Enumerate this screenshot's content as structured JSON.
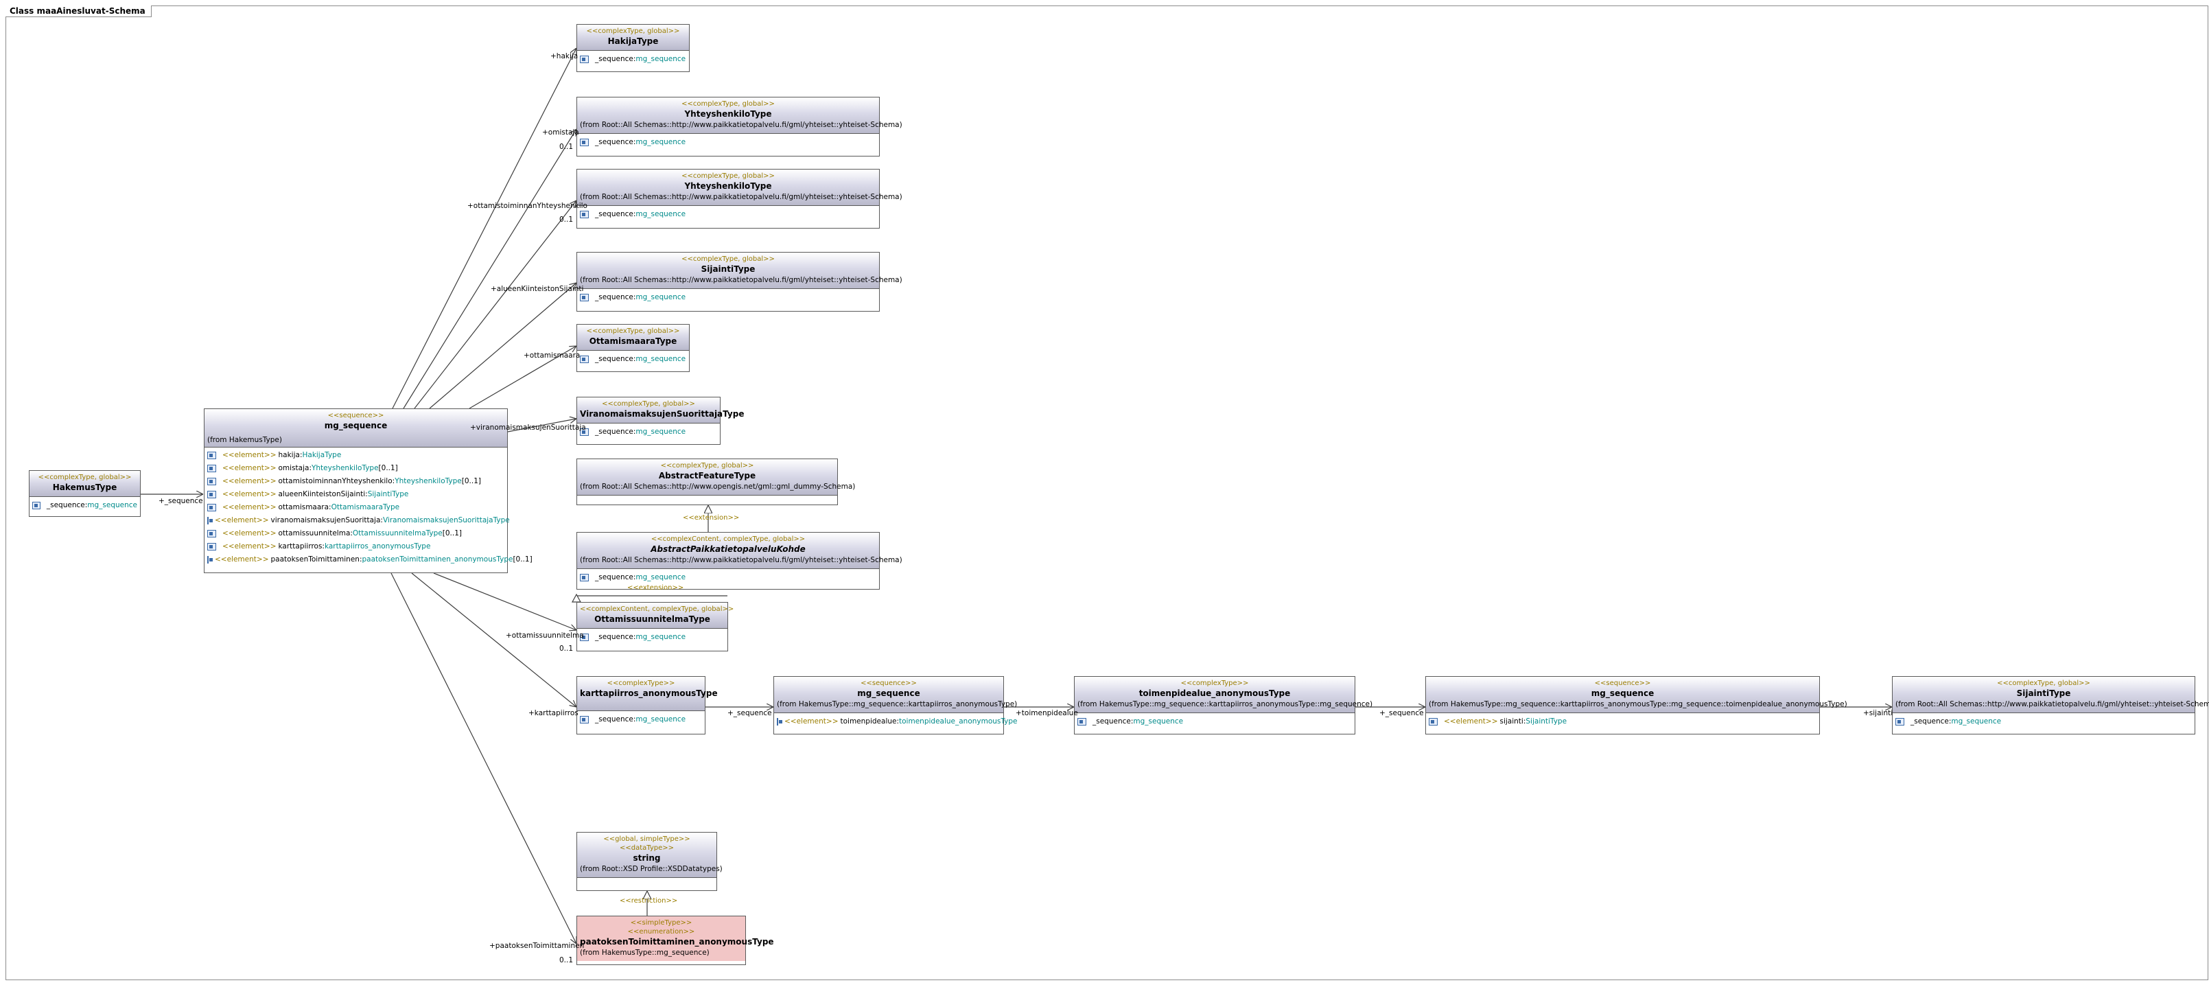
{
  "frame": {
    "title": "Class maaAinesluvat-Schema"
  },
  "colors": {
    "stereotype": "#9a7d00",
    "type_link": "#008a8a",
    "header_gradient": "#b9b9cc",
    "enumeration_fill": "#f2c6c6"
  },
  "common": {
    "stereo_global": "<<complexType, global>>",
    "stereo_sequence": "<<sequence>>",
    "stereo_complexType": "<<complexType>>",
    "element_st": "<<element>>",
    "seq_attr": "_sequence:",
    "seq_type": "mg_sequence",
    "from_yhteiset": "(from Root::All Schemas::http://www.paikkatietopalvelu.fi/gml/yhteiset::yhteiset-Schema)"
  },
  "boxes": {
    "hakemus": {
      "name": "HakemusType"
    },
    "mg_main": {
      "name": "mg_sequence",
      "from": "(from HakemusType)",
      "elements": [
        {
          "name": "hakija:",
          "type": "HakijaType",
          "mult": ""
        },
        {
          "name": "omistaja:",
          "type": "YhteyshenkiloType",
          "mult": "[0..1]"
        },
        {
          "name": "ottamistoiminnanYhteyshenkilo:",
          "type": "YhteyshenkiloType",
          "mult": "[0..1]"
        },
        {
          "name": "alueenKiinteistonSijainti:",
          "type": "SijaintiType",
          "mult": ""
        },
        {
          "name": "ottamismaara:",
          "type": "OttamismaaraType",
          "mult": ""
        },
        {
          "name": "viranomaismaksujenSuorittaja:",
          "type": "ViranomaismaksujenSuorittajaType",
          "mult": ""
        },
        {
          "name": "ottamissuunnitelma:",
          "type": "OttamissuunnitelmaType",
          "mult": "[0..1]"
        },
        {
          "name": "karttapiirros:",
          "type": "karttapiirros_anonymousType",
          "mult": ""
        },
        {
          "name": "paatoksenToimittaminen:",
          "type": "paatoksenToimittaminen_anonymousType",
          "mult": "[0..1]"
        }
      ]
    },
    "hakija": {
      "name": "HakijaType"
    },
    "yhteys1": {
      "name": "YhteyshenkiloType"
    },
    "yhteys2": {
      "name": "YhteyshenkiloType"
    },
    "sijainti1": {
      "name": "SijaintiType"
    },
    "ottamismaara": {
      "name": "OttamismaaraType"
    },
    "viranomais": {
      "name": "ViranomaismaksujenSuorittajaType"
    },
    "abstractfeature": {
      "name": "AbstractFeatureType",
      "from": "(from Root::All Schemas::http://www.opengis.net/gml::gml_dummy-Schema)"
    },
    "abstractpaikka": {
      "stereo": "<<complexContent, complexType, global>>",
      "name": "AbstractPaikkatietopalveluKohde"
    },
    "ottamissuun": {
      "stereo": "<<complexContent, complexType, global>>",
      "name": "OttamissuunnitelmaType"
    },
    "karttapiirros": {
      "name": "karttapiirros_anonymousType"
    },
    "mg_kartta": {
      "name": "mg_sequence",
      "from": "(from HakemusType::mg_sequence::karttapiirros_anonymousType)",
      "element_name": "toimenpidealue:",
      "element_type": "toimenpidealue_anonymousType"
    },
    "toimenpide": {
      "name": "toimenpidealue_anonymousType",
      "from": "(from HakemusType::mg_sequence::karttapiirros_anonymousType::mg_sequence)"
    },
    "mg_toimen": {
      "name": "mg_sequence",
      "from": "(from HakemusType::mg_sequence::karttapiirros_anonymousType::mg_sequence::toimenpidealue_anonymousType)",
      "element_name": "sijainti:",
      "element_type": "SijaintiType"
    },
    "sijainti2": {
      "name": "SijaintiType"
    },
    "string": {
      "stereo1": "<<global, simpleType>>",
      "stereo2": "<<dataType>>",
      "name": "string",
      "from": "(from Root::XSD Profile::XSDDatatypes)"
    },
    "paatos": {
      "stereo1": "<<simpleType>>",
      "stereo2": "<<enumeration>>",
      "name": "paatoksenToimittaminen_anonymousType",
      "from": "(from HakemusType::mg_sequence)"
    }
  },
  "links": {
    "hakemus_seq": "+_sequence",
    "hakija": "+hakija",
    "omistaja": "+omistaja",
    "omistaja_mult": "0..1",
    "ottamistoiminnan": "+ottamistoiminnanYhteyshenkilo",
    "ottamistoiminnan_mult": "0..1",
    "alueen": "+alueenKiinteistonSijainti",
    "ottamismaara": "+ottamismaara",
    "viranomais": "+viranomaismaksujenSuorittaja",
    "ottamissuun": "+ottamissuunnitelma",
    "ottamissuun_mult": "0..1",
    "karttapiirros": "+karttapiirros",
    "kartta_seq": "+_sequence",
    "toimenpidealue": "+toimenpidealue",
    "toimen_seq": "+_sequence",
    "sijainti": "+sijainti",
    "paatos": "+paatoksenToimittaminen",
    "paatos_mult": "0..1",
    "extension1": "<<extension>>",
    "extension2": "<<extension>>",
    "restriction": "<<restriction>>"
  }
}
